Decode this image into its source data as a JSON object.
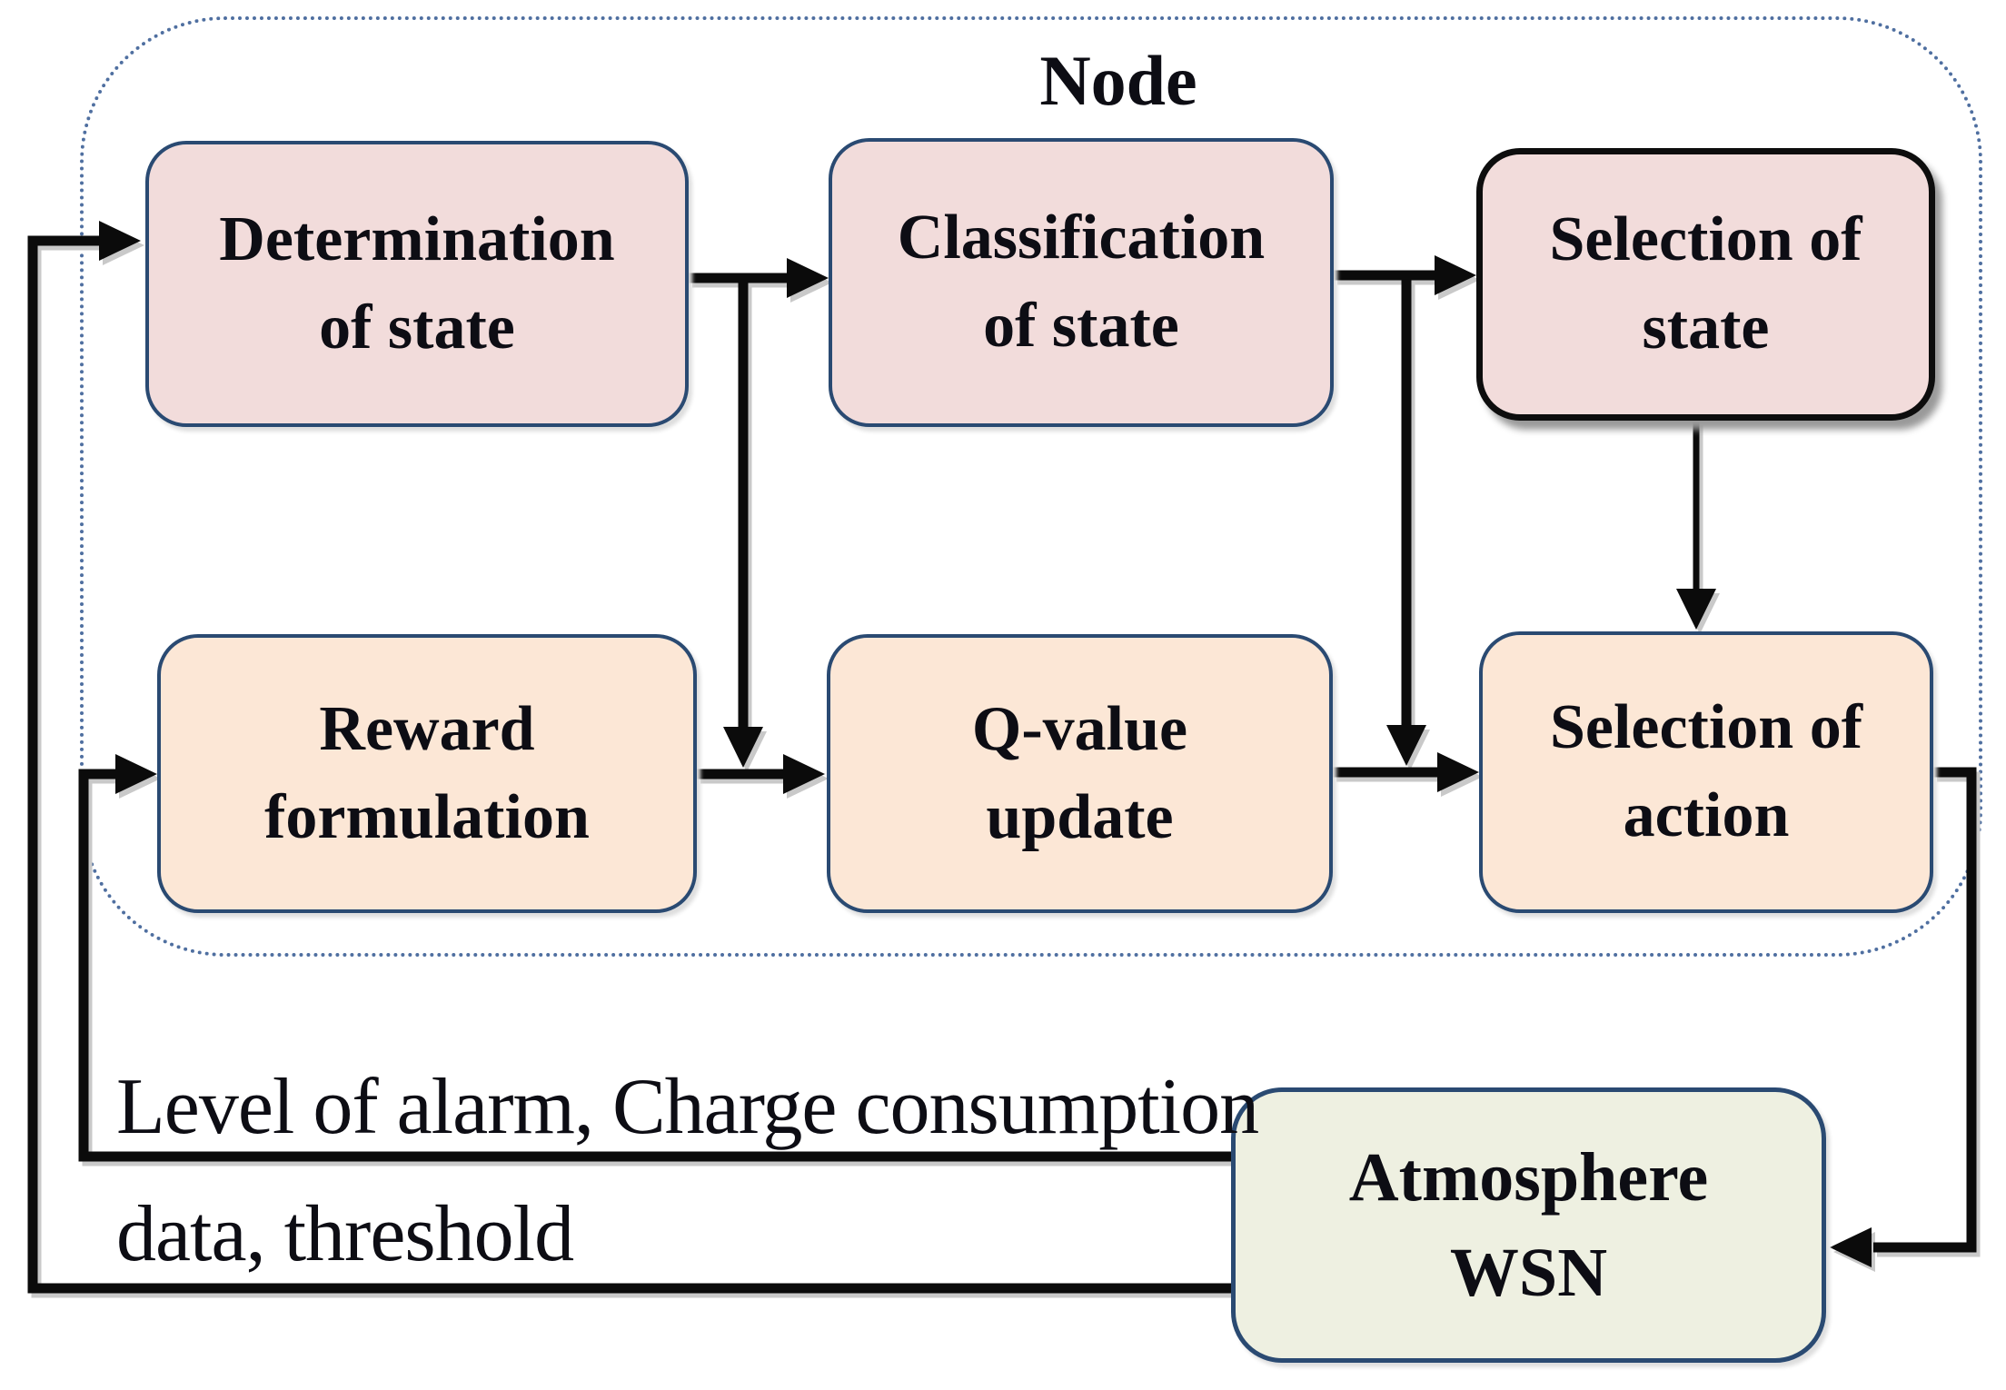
{
  "title": "Node",
  "boxes": {
    "determination": {
      "line1": "Determination",
      "line2": "of state"
    },
    "classification": {
      "line1": "Classification",
      "line2": "of state"
    },
    "selection_state": {
      "line1": "Selection of",
      "line2": "state"
    },
    "reward": {
      "line1": "Reward",
      "line2": "formulation"
    },
    "qvalue": {
      "line1": "Q-value",
      "line2": "update"
    },
    "selection_action": {
      "line1": "Selection of",
      "line2": "action"
    },
    "atmosphere": {
      "line1": "Atmosphere",
      "line2": "WSN"
    }
  },
  "edge_labels": {
    "to_reward": "Level of alarm, Charge consumption",
    "to_determination": "data, threshold"
  },
  "edges": [
    {
      "from": "determination-of-state",
      "to": "classification-of-state"
    },
    {
      "from": "classification-of-state",
      "to": "selection-of-state"
    },
    {
      "from": "determination-of-state",
      "to": "q-value-update"
    },
    {
      "from": "classification-of-state",
      "to": "selection-of-action"
    },
    {
      "from": "reward-formulation",
      "to": "q-value-update"
    },
    {
      "from": "q-value-update",
      "to": "selection-of-action"
    },
    {
      "from": "selection-of-state",
      "to": "selection-of-action"
    },
    {
      "from": "selection-of-action",
      "to": "atmosphere-wsn"
    },
    {
      "from": "atmosphere-wsn",
      "to": "reward-formulation",
      "label": "Level of alarm, Charge consumption"
    },
    {
      "from": "atmosphere-wsn",
      "to": "determination-of-state",
      "label": "data, threshold"
    }
  ],
  "colors": {
    "state_box_fill": "#f2dcdb",
    "process_box_fill": "#fce7d6",
    "atmosphere_fill": "#eef0e1",
    "box_border": "#2a4a72",
    "selection_state_border": "#0d0d0d",
    "node_boundary_dotted": "#4f6fa0",
    "connector": "#0b0b0b",
    "text": "#0d0d14"
  }
}
